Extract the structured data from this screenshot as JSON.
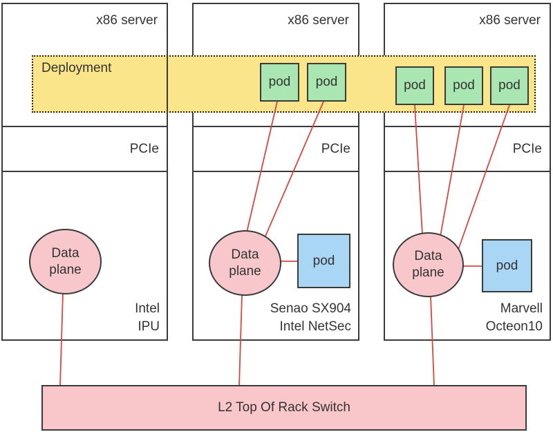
{
  "deployment": {
    "label": "Deployment"
  },
  "pod_label": "pod",
  "data_plane": {
    "line1": "Data",
    "line2": "plane"
  },
  "switch": {
    "label": "L2 Top Of Rack Switch"
  },
  "servers": [
    {
      "title": "x86 server",
      "bus": "PCIe",
      "device": {
        "line1": "Intel",
        "line2": "IPU"
      }
    },
    {
      "title": "x86 server",
      "bus": "PCIe",
      "device": {
        "line1": "Senao SX904",
        "line2": "Intel NetSec"
      }
    },
    {
      "title": "x86 server",
      "bus": "PCIe",
      "device": {
        "line1": "Marvell",
        "line2": "Octeon10"
      }
    }
  ],
  "colors": {
    "deployment_fill": "#FAE58B",
    "pod_green": "#A9E6B1",
    "pod_blue": "#A9D6F5",
    "plane_pink": "#F8C7CB",
    "switch_pink": "#F9C6C9",
    "connector_red": "#D9453F",
    "border_dark": "#3A3A3A",
    "text_dark": "#333333"
  }
}
